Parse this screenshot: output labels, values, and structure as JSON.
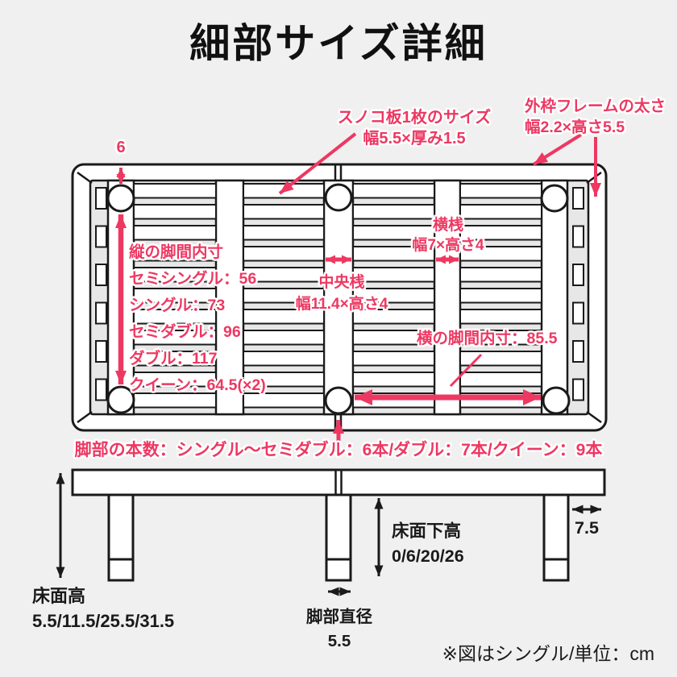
{
  "title": "細部サイズ詳細",
  "colors": {
    "accent": "#ed3862",
    "ink": "#1a1a1a",
    "background": "#f0f0f0"
  },
  "top_view": {
    "top_gap": "6",
    "slat": {
      "line1": "スノコ板1枚のサイズ",
      "line2": "幅5.5×厚み1.5"
    },
    "outer_frame": {
      "line1": "外枠フレームの太さ",
      "line2": "幅2.2×高さ5.5"
    },
    "vertical_leg_span": {
      "heading": "縦の脚間内寸",
      "rows": [
        "セミシングル：56",
        "シングル：73",
        "セミダブル：96",
        "ダブル：117",
        "クイーン：64.5(×2)"
      ]
    },
    "cross_rail": {
      "line1": "横桟",
      "line2": "幅7×高さ4"
    },
    "center_rail": {
      "line1": "中央桟",
      "line2": "幅11.4×高さ4"
    },
    "horizontal_leg_span": "横の脚間内寸：85.5",
    "leg_count": "脚部の本数：シングル〜セミダブル：6本/ダブル：7本/クイーン：9本"
  },
  "side_view": {
    "floor_height": {
      "label": "床面高",
      "values": "5.5/11.5/25.5/31.5"
    },
    "under_floor_height": {
      "label": "床面下高",
      "values": "0/6/20/26"
    },
    "edge_offset": "7.5",
    "leg_diameter": {
      "label": "脚部直径",
      "value": "5.5"
    }
  },
  "note": "※図はシングル/単位：cm"
}
